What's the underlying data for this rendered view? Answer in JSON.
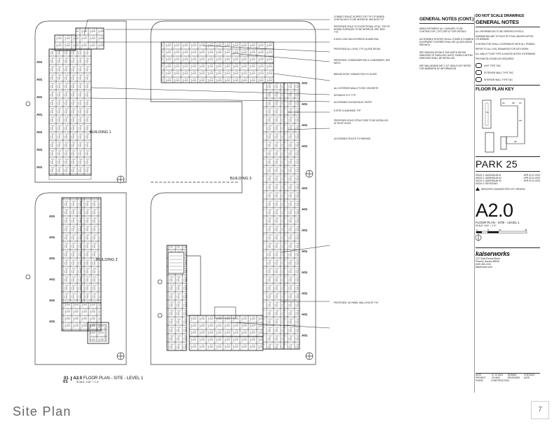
{
  "drawing": {
    "building_1_label": "BUILDING 1",
    "building_2_label": "BUILDING 2",
    "building_3_label": "BUILDING 3",
    "view_number": "01",
    "view_sheet": "A2.0",
    "view_title": "FLOOR PLAN - SITE - LEVEL 1",
    "view_scale": "SCALE: 1/16\" = 1'-0\""
  },
  "callouts": [
    "CONNECTION AT SLOPED TOP TYP. OF BOARD CONTIGUOUS TO BE INTERIOR. SEE BOD TYP.",
    "PROPOSED SOLID TO EXCEPTIONAL STUD, TOP OF BOARD SURFACED TO BE INTERIOR, SEE 'BOD' TYP.",
    "6 INCH LOW CMU EXTERIOR GUARD RAIL",
    "PROPOSED ALL LEVEL TYP. (A) SEE DETAIL",
    "PROPOSED: CONDENSER PAD & CONDENSER, SEE MECH.",
    "BRIDGE ROOF CONNECTION TO SLOPE",
    "ALL EXTERIOR WALLS TO BE CONCRETE",
    "DISTANCE: 8'-0\" TYP.",
    "ACCESSIBLE ELEVATION AT ENTRY",
    "8 STEP CLEARANCE TYP.",
    "PROPOSED SOLID STRUCTURE TO BE INSTALLED AT ROOF LEVEL",
    "ACCESSIBLE ROUTE TO PARKING",
    "PROPOSED: 3G PANEL WALL ROUTE TYP."
  ],
  "general_notes_cont": {
    "title": "GENERAL NOTES (CONT.)",
    "items": [
      "WHEN DIFFERENT ALL CHANGES TO BE CONTRACTOR. (TYP.) SEE A7 FOR DETAILS.",
      "ACCESSIBLE ROUTES ON ALL STAIRS & COMMON EQUIPMENT COVERED SHALL BE (A) INCLUDING RAILINGS.",
      "SEE WINDOW DETAILS FOR WIDTH WITHIN WINDOWS OF DWELLING UNITS. PANELS WITHIN WINDOWS SHALL BE INSTALLED.",
      "SEE WALLBOARD 5/8\" X 1/2\" DEALS NOT RATED FOR BARRIERS OF INFORMATION"
    ]
  },
  "general_notes": {
    "warning": "DO NOT SCALE DRAWINGS",
    "title": "GENERAL NOTES",
    "items": [
      "ALL INFORMATION TO BE VERIFIED IN FIELD.",
      "DIMENSIONS ARE TO FACE OF STUD UNLESS NOTED OTHERWISE.",
      "CONTRACTOR SHALL COORDINATE WITH ALL TRADES.",
      "REFER TO ALL CIVIL DRAWINGS FOR SITE WORK.",
      "ALL WALLS TO BE TYPE A UNLESS NOTED OTHERWISE.",
      "PROVIDE BLOCKING AS REQUIRED."
    ],
    "symbol_notes": [
      "UNIT TYPE TAG",
      "EXTERIOR WALL TYPE TAG",
      "INTERIOR WALL TYPE TAG"
    ]
  },
  "key_plan": {
    "title": "FLOOR PLAN KEY"
  },
  "project": {
    "name": "PARK 25",
    "rows": [
      [
        "ISSUE 1: ADDENDUM #1",
        "APR 03 22 2023"
      ],
      [
        "ISSUE 2: ADDENDUM #2",
        "APR 03 24 2023"
      ],
      [
        "ISSUE 3: ADDENDUM #3",
        "APR 03 24 2023"
      ],
      [
        "ISSUE 4: REVISIONS",
        ""
      ]
    ],
    "warning_note": "INDICATES CHANGES PER CITY REVIEW"
  },
  "sheet": {
    "number": "A2.0",
    "title": "FLOOR PLAN - SITE - LEVEL 1",
    "scale": "SCALE: 1/16\" = 1'-0\"",
    "scale_marks": [
      "0",
      "8'",
      "16'",
      "32'"
    ]
  },
  "firm": {
    "name": "kaiserworks",
    "line1": "1707 East Portola Street",
    "line2": "Phoenix, Arizona 85008",
    "phone": "(602) 481-1234",
    "web": "kaiserworks.com"
  },
  "stamp_table": [
    [
      "DATE",
      "07 10 2023",
      "DRAWN",
      "CHECKED"
    ],
    [
      "PROJECT",
      "22-0005",
      "REVIEWED",
      "DATE"
    ],
    [
      "PHASE",
      "CONSTRUCTION",
      "",
      ""
    ]
  ],
  "footer": {
    "caption": "Site Plan",
    "page_number": "7"
  }
}
